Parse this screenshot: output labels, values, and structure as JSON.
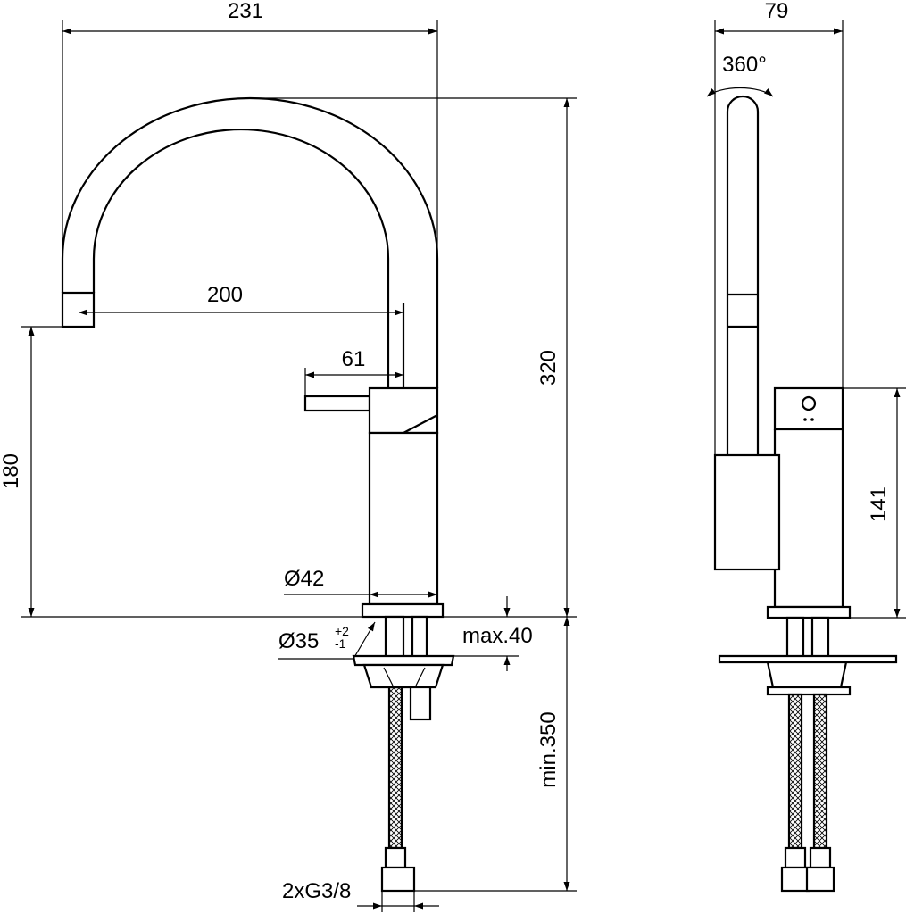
{
  "dimensions": {
    "overall_width": "231",
    "spout_reach": "200",
    "lever_offset": "61",
    "spout_height": "180",
    "overall_height": "320",
    "body_diameter": "Ø42",
    "hole_diameter": "Ø35",
    "hole_tol_plus": "+2",
    "hole_tol_minus": "-1",
    "max_thickness": "max.40",
    "min_hose": "min.350",
    "connection": "2xG3/8",
    "side_width": "79",
    "rotation": "360°",
    "side_height": "141"
  }
}
